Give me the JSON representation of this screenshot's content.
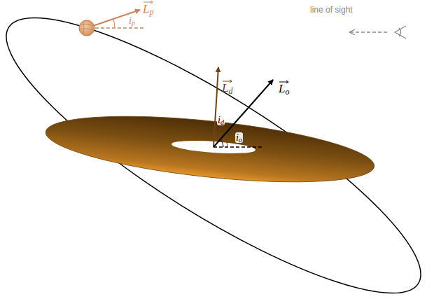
{
  "diagram": {
    "labels": [
      "Lp",
      "ip",
      "line of sight",
      "Ld",
      "Lo",
      "id",
      "io"
    ]
  }
}
